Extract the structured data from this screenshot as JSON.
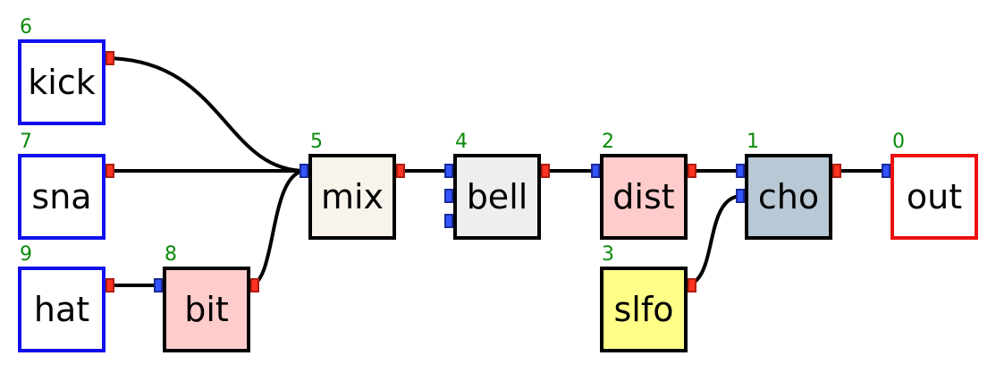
{
  "colors": {
    "input_border": "#1010ee",
    "output_border": "#ee1010",
    "node_border": "#000000",
    "index_text": "#0a8a0a",
    "in_port": "#3355ff",
    "out_port": "#ff3322"
  },
  "nodes": {
    "kick": {
      "label": "kick",
      "index": "6",
      "fill": "#ffffff"
    },
    "sna": {
      "label": "sna",
      "index": "7",
      "fill": "#ffffff"
    },
    "hat": {
      "label": "hat",
      "index": "9",
      "fill": "#ffffff"
    },
    "bit": {
      "label": "bit",
      "index": "8",
      "fill": "#ffcccc"
    },
    "mix": {
      "label": "mix",
      "index": "5",
      "fill": "#f8f4ec"
    },
    "bell": {
      "label": "bell",
      "index": "4",
      "fill": "#eeeeee"
    },
    "dist": {
      "label": "dist",
      "index": "2",
      "fill": "#ffcccc"
    },
    "slfo": {
      "label": "slfo",
      "index": "3",
      "fill": "#ffff88"
    },
    "cho": {
      "label": "cho",
      "index": "1",
      "fill": "#b8c8d4"
    },
    "out": {
      "label": "out",
      "index": "0",
      "fill": "#ffffff"
    }
  },
  "connections": [
    {
      "from": "kick",
      "to": "mix",
      "port": 0
    },
    {
      "from": "sna",
      "to": "mix",
      "port": 0
    },
    {
      "from": "bit",
      "to": "mix",
      "port": 0
    },
    {
      "from": "hat",
      "to": "bit",
      "port": 0
    },
    {
      "from": "mix",
      "to": "bell",
      "port": 0
    },
    {
      "from": "bell",
      "to": "dist",
      "port": 0
    },
    {
      "from": "dist",
      "to": "cho",
      "port": 0
    },
    {
      "from": "slfo",
      "to": "cho",
      "port": 1
    },
    {
      "from": "cho",
      "to": "out",
      "port": 0
    }
  ]
}
